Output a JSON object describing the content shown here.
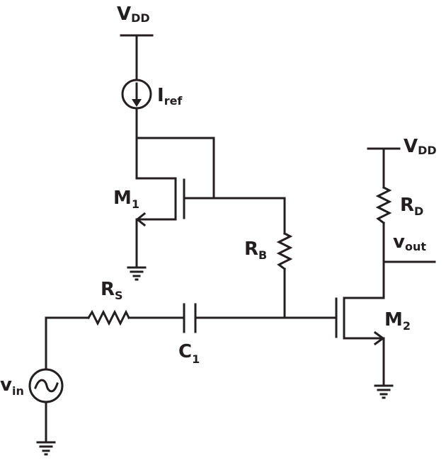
{
  "labels": {
    "vdd1": {
      "main": "V",
      "sub": "DD"
    },
    "iref": {
      "main": "I",
      "sub": "ref"
    },
    "m1": {
      "main": "M",
      "sub": "1"
    },
    "rb": {
      "main": "R",
      "sub": "B"
    },
    "rs": {
      "main": "R",
      "sub": "S"
    },
    "c1": {
      "main": "C",
      "sub": "1"
    },
    "vin": {
      "main": "v",
      "sub": "in"
    },
    "vdd2": {
      "main": "V",
      "sub": "DD"
    },
    "rd": {
      "main": "R",
      "sub": "D"
    },
    "vout": {
      "main": "v",
      "sub": "out"
    },
    "m2": {
      "main": "M",
      "sub": "2"
    }
  }
}
